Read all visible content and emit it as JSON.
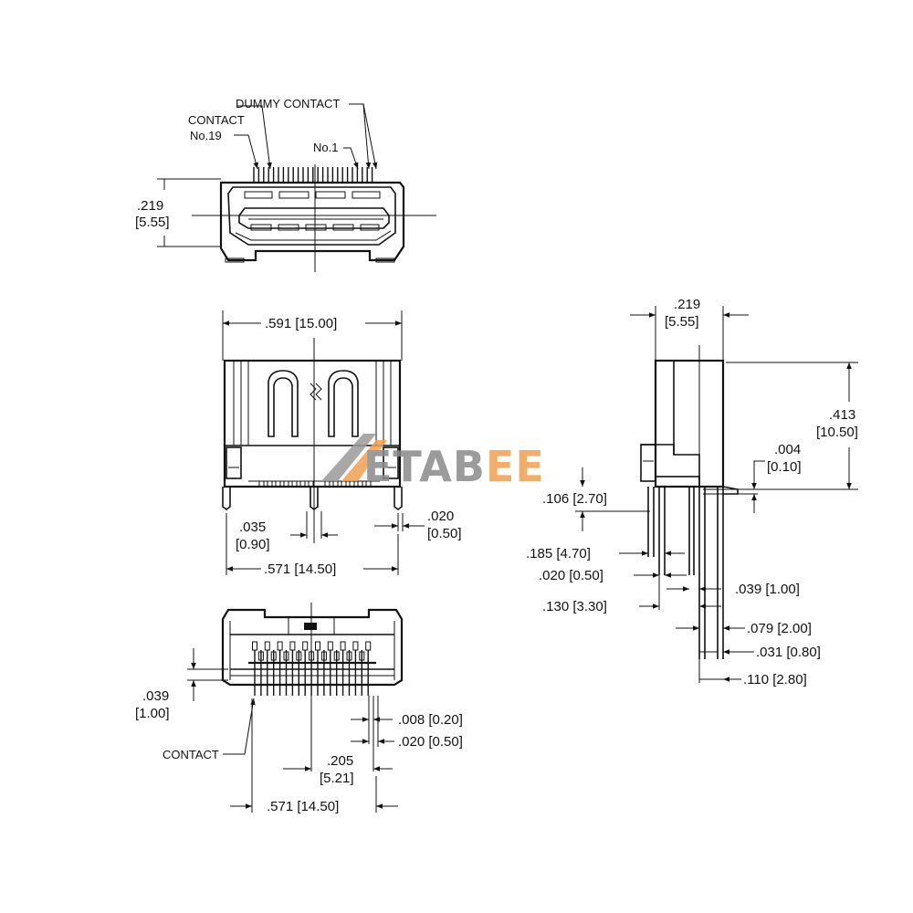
{
  "labels": {
    "dummy_contact": "DUMMY  CONTACT",
    "contact_no19_a": "CONTACT",
    "contact_no19_b": "No.19",
    "no1": "No.1",
    "contact_bottom": "CONTACT"
  },
  "watermark": {
    "text": "METABEE",
    "color_gray": "#8a8a8a",
    "color_accent": "#f0a050"
  },
  "dims": {
    "top_h_in": ".219",
    "top_h_mm": "[5.55]",
    "front_w": ".591  [15.00]",
    "front_pitch_in": ".035",
    "front_pitch_mm": "[0.90]",
    "front_pin_in": ".020",
    "front_pin_mm": "[0.50]",
    "front_bottom_w": ".571  [14.50]",
    "side_w_in": ".219",
    "side_w_mm": "[5.55]",
    "side_h_in": ".413",
    "side_h_mm": "[10.50]",
    "side_gap_in": ".004",
    "side_gap_mm": "[0.10]",
    "side_106": ".106  [2.70]",
    "side_185": ".185  [4.70]",
    "side_020": ".020  [0.50]",
    "side_039": ".039  [1.00]",
    "side_130": ".130  [3.30]",
    "side_079": ".079  [2.00]",
    "side_031": ".031  [0.80]",
    "side_110": ".110  [2.80]",
    "bot_039_in": ".039",
    "bot_039_mm": "[1.00]",
    "bot_008": ".008  [0.20]",
    "bot_020": ".020  [0.50]",
    "bot_205_in": ".205",
    "bot_205_mm": "[5.21]",
    "bot_571": ".571  [14.50]"
  }
}
